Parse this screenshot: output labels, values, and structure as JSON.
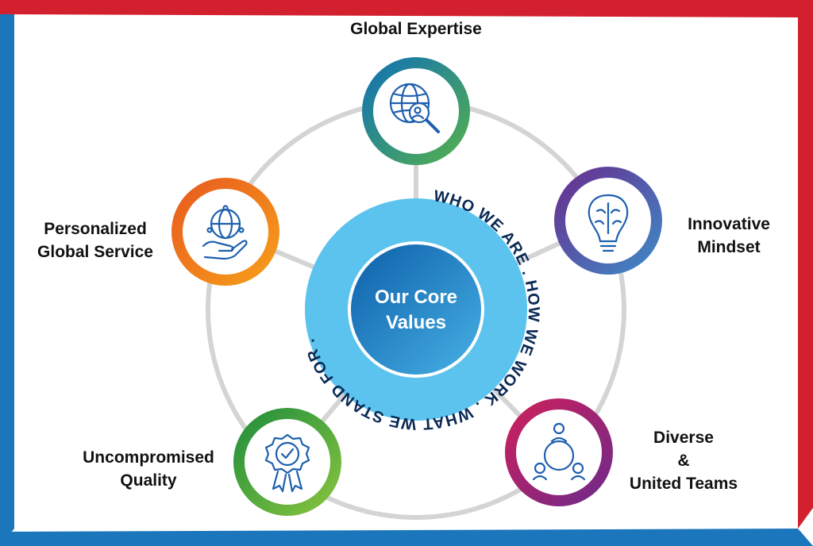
{
  "center": {
    "title_line1": "Our Core",
    "title_line2": "Values",
    "ring_text": "WHO WE ARE . HOW WE WORK . WHAT WE STAND FOR ."
  },
  "values": [
    {
      "lines": [
        "Global Expertise"
      ],
      "icon": "globe-search-person-icon",
      "gradient": [
        "#0f6fb8",
        "#56b24a"
      ]
    },
    {
      "lines": [
        "Innovative",
        "Mindset"
      ],
      "icon": "lightbulb-brain-icon",
      "gradient": [
        "#6a2a8c",
        "#3d8dc9"
      ]
    },
    {
      "lines": [
        "Diverse",
        "&",
        "United Teams"
      ],
      "icon": "team-circle-icon",
      "gradient": [
        "#d11f5a",
        "#6a2a8c"
      ]
    },
    {
      "lines": [
        "Uncompromised",
        "Quality"
      ],
      "icon": "quality-badge-icon",
      "gradient": [
        "#1c8c3c",
        "#8cc63f"
      ]
    },
    {
      "lines": [
        "Personalized",
        "Global Service"
      ],
      "icon": "globe-in-hand-icon",
      "gradient": [
        "#e8571e",
        "#f7a21b"
      ]
    }
  ],
  "colors": {
    "frame_red": "#d3202f",
    "frame_blue": "#1b76bc",
    "center_outer": "#5bc3ee",
    "center_inner_a": "#0b5ea8",
    "center_inner_b": "#49b2e6",
    "connector": "#d4d4d4",
    "icon_stroke": "#1e5fae"
  }
}
